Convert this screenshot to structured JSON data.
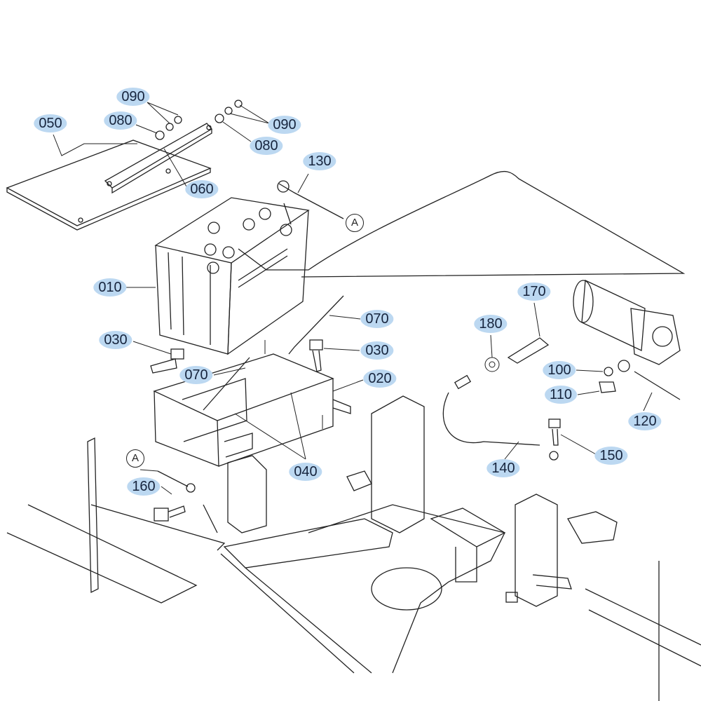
{
  "callouts": [
    {
      "id": "050"
    },
    {
      "id": "090"
    },
    {
      "id": "080"
    },
    {
      "id": "090"
    },
    {
      "id": "080"
    },
    {
      "id": "060"
    },
    {
      "id": "130"
    },
    {
      "id": "010"
    },
    {
      "id": "070"
    },
    {
      "id": "030"
    },
    {
      "id": "030"
    },
    {
      "id": "070"
    },
    {
      "id": "020"
    },
    {
      "id": "040"
    },
    {
      "id": "160"
    },
    {
      "id": "170"
    },
    {
      "id": "180"
    },
    {
      "id": "100"
    },
    {
      "id": "110"
    },
    {
      "id": "120"
    },
    {
      "id": "150"
    },
    {
      "id": "140"
    }
  ],
  "refs": [
    {
      "id": "A"
    },
    {
      "id": "A"
    }
  ],
  "colors": {
    "callout_fill": "#bcd8f1",
    "callout_text": "#16243d",
    "line": "#222222"
  }
}
